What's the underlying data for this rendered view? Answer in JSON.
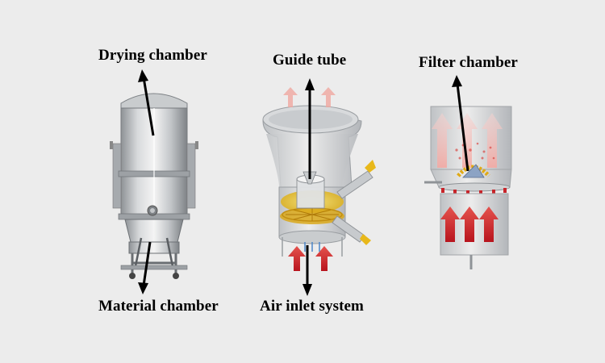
{
  "labels": {
    "drying_chamber": "Drying chamber",
    "guide_tube": "Guide tube",
    "filter_chamber": "Filter chamber",
    "material_chamber": "Material chamber",
    "air_inlet_system": "Air inlet system"
  },
  "colors": {
    "background": "#ececec",
    "steel": "#b9bcbf",
    "glass": "#d4d6d8",
    "airflow_red": "#d0202a",
    "airflow_pink": "#f2b3ad",
    "granule_yellow": "#e7c21c",
    "arrow": "#000000"
  }
}
